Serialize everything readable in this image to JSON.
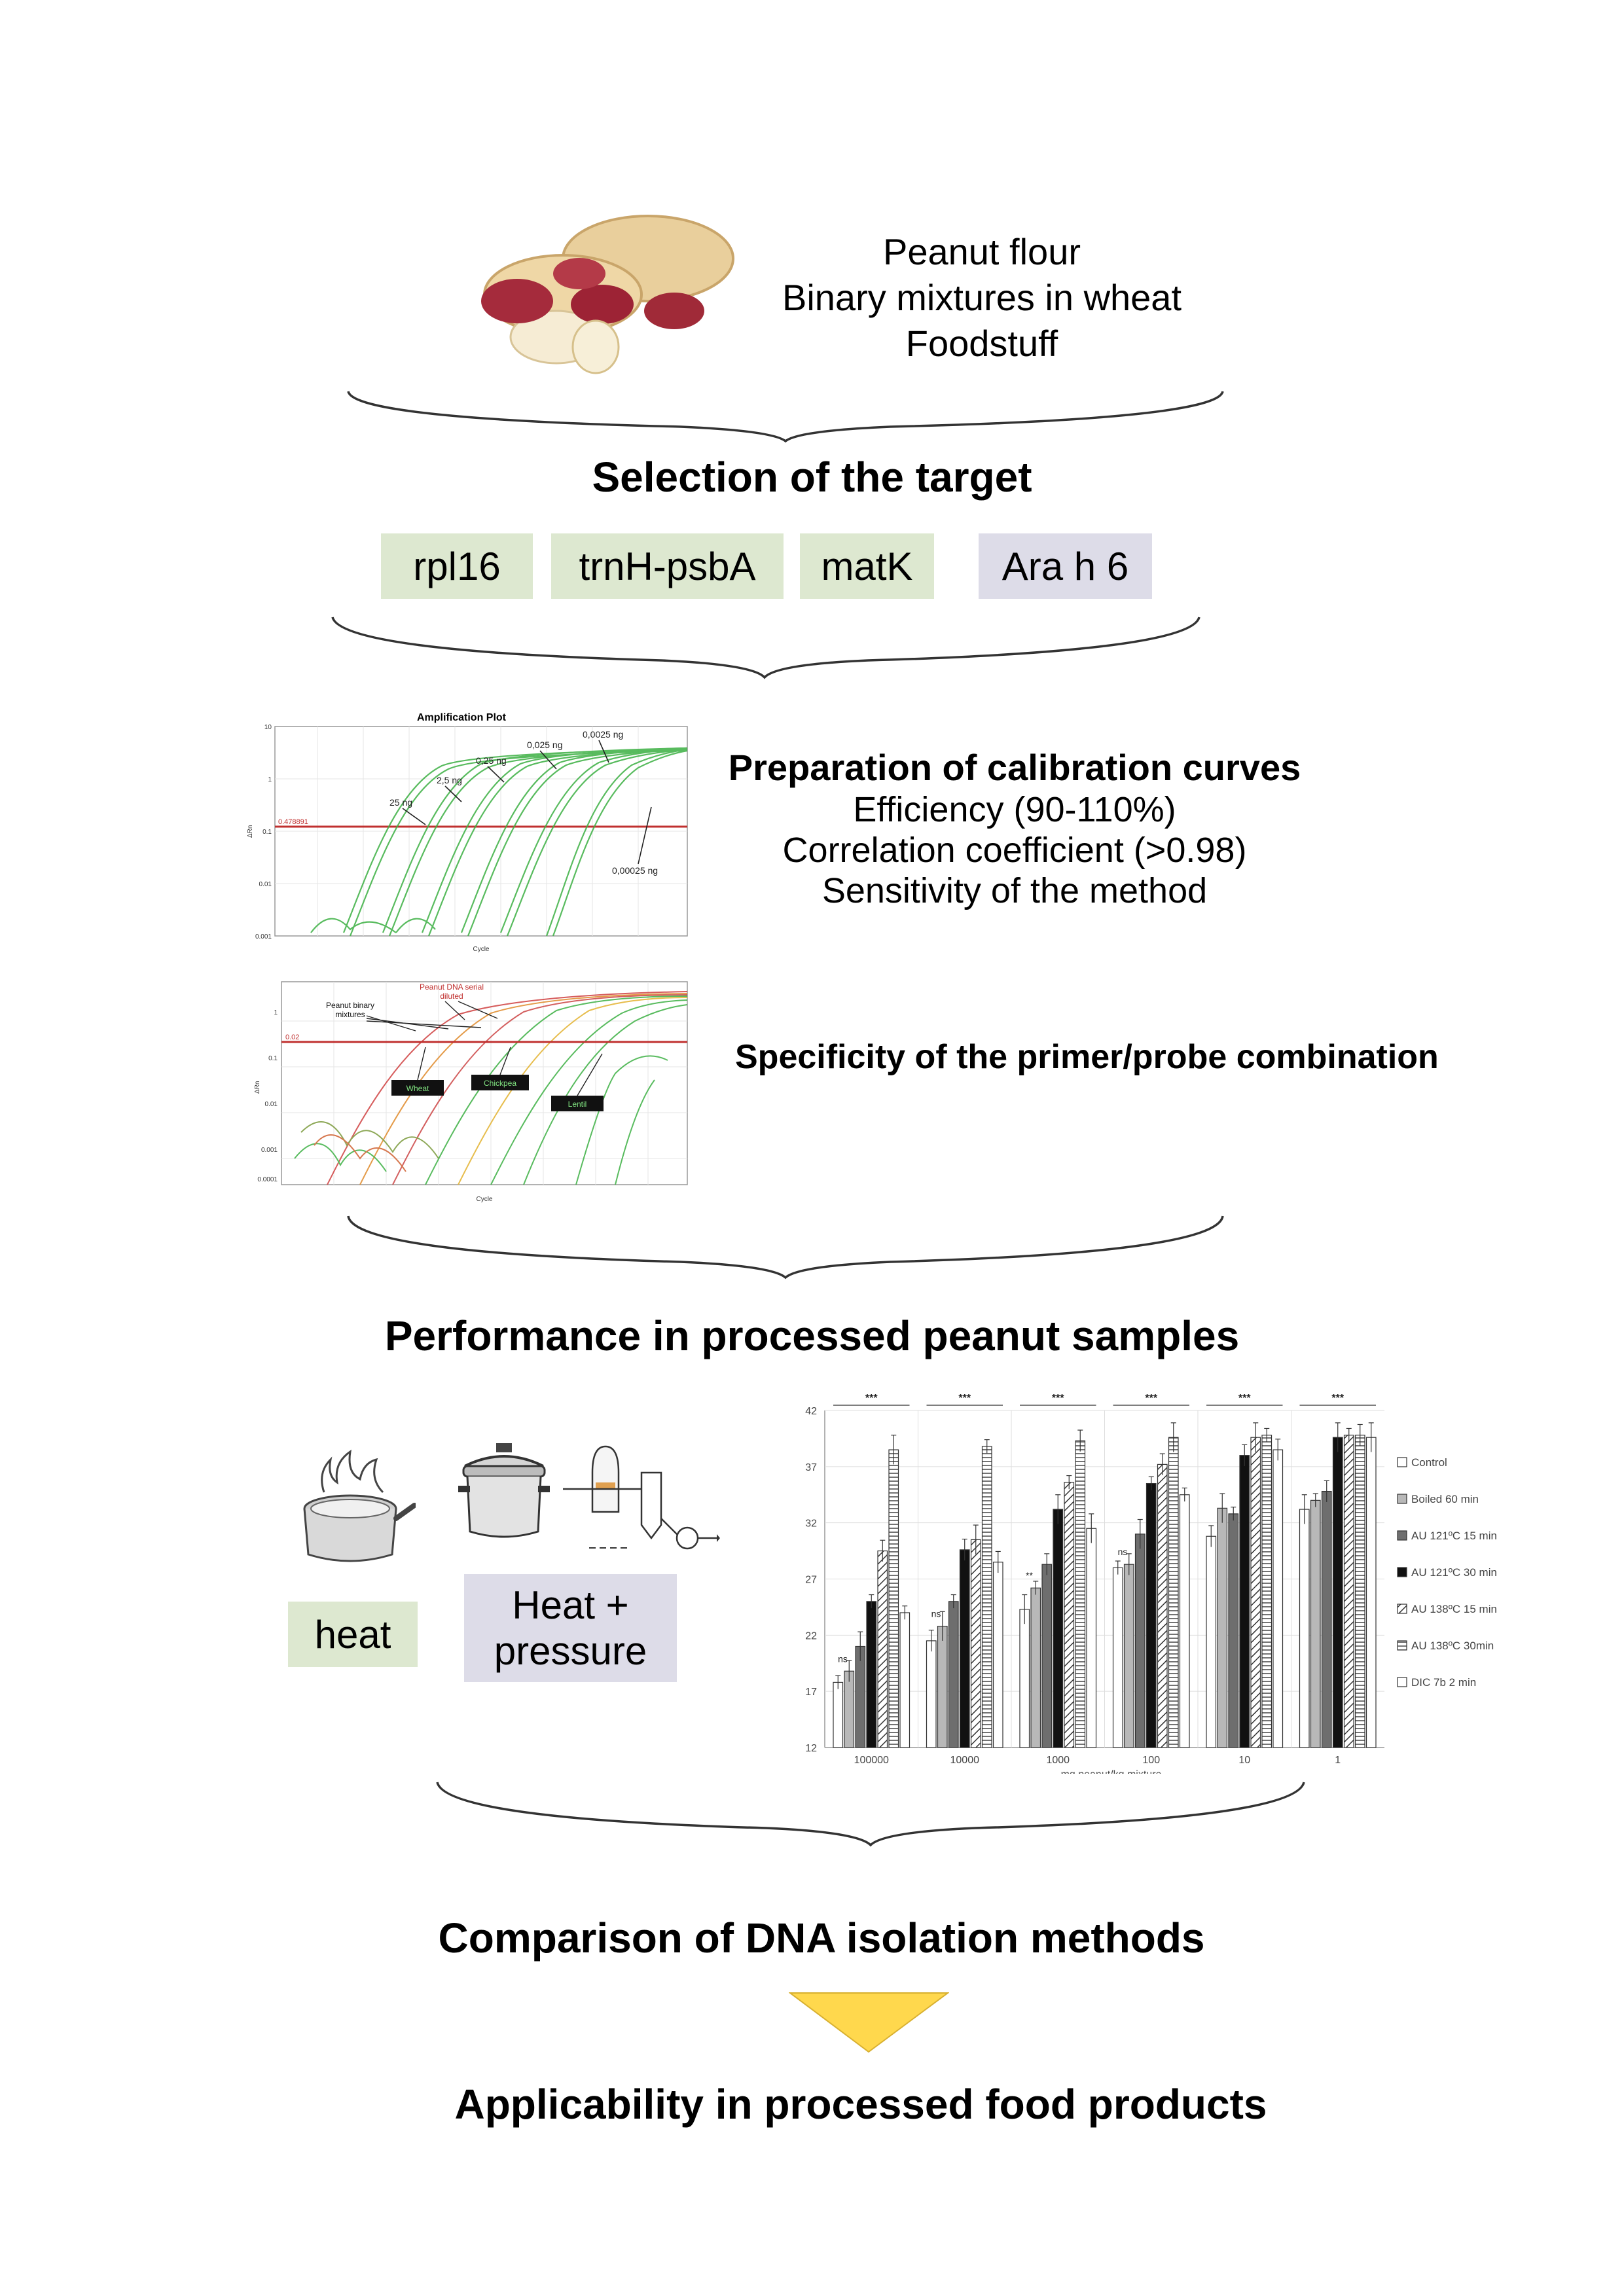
{
  "intro": {
    "lines": [
      "Peanut flour",
      "Binary mixtures in wheat",
      "Foodstuff"
    ]
  },
  "steps": {
    "selection_title": "Selection of the target",
    "targets": [
      "rpl16",
      "trnH-psbA",
      "matK",
      "Ara h 6"
    ],
    "calibration_title": "Preparation of calibration curves",
    "calibration_lines": [
      "Efficiency (90-110%)",
      "Correlation coefficient (>0.98)",
      "Sensitivity of the method"
    ],
    "specificity_title": "Specificity of the primer/probe combination",
    "performance_title": "Performance in processed peanut samples",
    "treatments": {
      "heat": "heat",
      "pressure_line1": "Heat +",
      "pressure_line2": "pressure"
    },
    "comparison_title": "Comparison of DNA isolation methods",
    "applicability_title": "Applicability in processed food products"
  },
  "amplification_plot": {
    "title": "Amplification Plot",
    "threshold_label": "0.478891",
    "y_label": "ΔRn",
    "x_label": "Cycle",
    "y_ticks": [
      "10",
      "1",
      "0.1",
      "0.01",
      "0.001"
    ],
    "concentration_labels": [
      "25 ng",
      "2,5 ng",
      "0,25 ng",
      "0,025 ng",
      "0,0025 ng",
      "0,00025 ng"
    ]
  },
  "specificity_plot": {
    "title_line1": "Peanut DNA serial",
    "title_line2": "diluted",
    "mixture_line1": "Peanut binary",
    "mixture_line2": "mixtures",
    "threshold_label": "0.02",
    "y_label": "ΔRn",
    "x_label": "Cycle",
    "y_ticks": [
      "1",
      "0.1",
      "0.01",
      "0.001",
      "0.0001"
    ],
    "species": [
      "Wheat",
      "Chickpea",
      "Lentil"
    ]
  },
  "colors": {
    "target_green": "#dde8d0",
    "target_lavender": "#dddce8",
    "arrow_yellow": "#ffd84d",
    "curve_green": "#3cb043",
    "threshold_red": "#c0302f"
  },
  "icons": [
    "peanut-image",
    "cooking-pot-icon",
    "pressure-cooker-icon",
    "autoclave-process-icon"
  ],
  "chart_data": {
    "type": "bar",
    "xlabel": "mg peanut/kg mixture",
    "ylabel": "",
    "ylim": [
      12,
      42
    ],
    "yticks": [
      12,
      17,
      22,
      27,
      32,
      37,
      42
    ],
    "categories": [
      "100000",
      "10000",
      "1000",
      "100",
      "10",
      "1"
    ],
    "significance": [
      "***",
      "***",
      "***",
      "***",
      "***",
      "***"
    ],
    "pair_marks": [
      {
        "category": "100000",
        "label": "ns"
      },
      {
        "category": "10000",
        "label": "ns"
      },
      {
        "category": "1000",
        "label": "**"
      },
      {
        "category": "100",
        "label": "ns"
      }
    ],
    "legend_position": "right",
    "series": [
      {
        "name": "Control",
        "values": [
          17.8,
          21.5,
          24.3,
          28.0,
          30.8,
          33.2
        ]
      },
      {
        "name": "Boiled 60 min",
        "values": [
          18.8,
          22.8,
          26.2,
          28.3,
          33.3,
          34.0
        ]
      },
      {
        "name": "AU 121ºC 15 min",
        "values": [
          21.0,
          25.0,
          28.3,
          31.0,
          32.8,
          34.8
        ]
      },
      {
        "name": "AU 121ºC 30 min",
        "values": [
          25.0,
          29.6,
          33.2,
          35.5,
          38.0,
          39.6
        ]
      },
      {
        "name": "AU 138ºC 15 min",
        "values": [
          29.5,
          30.5,
          35.6,
          37.2,
          39.6,
          39.8
        ]
      },
      {
        "name": "AU 138ºC 30min",
        "values": [
          38.5,
          38.8,
          39.3,
          39.6,
          39.8,
          39.8
        ]
      },
      {
        "name": "DIC 7b 2 min",
        "values": [
          24.0,
          28.5,
          31.5,
          34.5,
          38.5,
          39.6
        ]
      }
    ]
  }
}
